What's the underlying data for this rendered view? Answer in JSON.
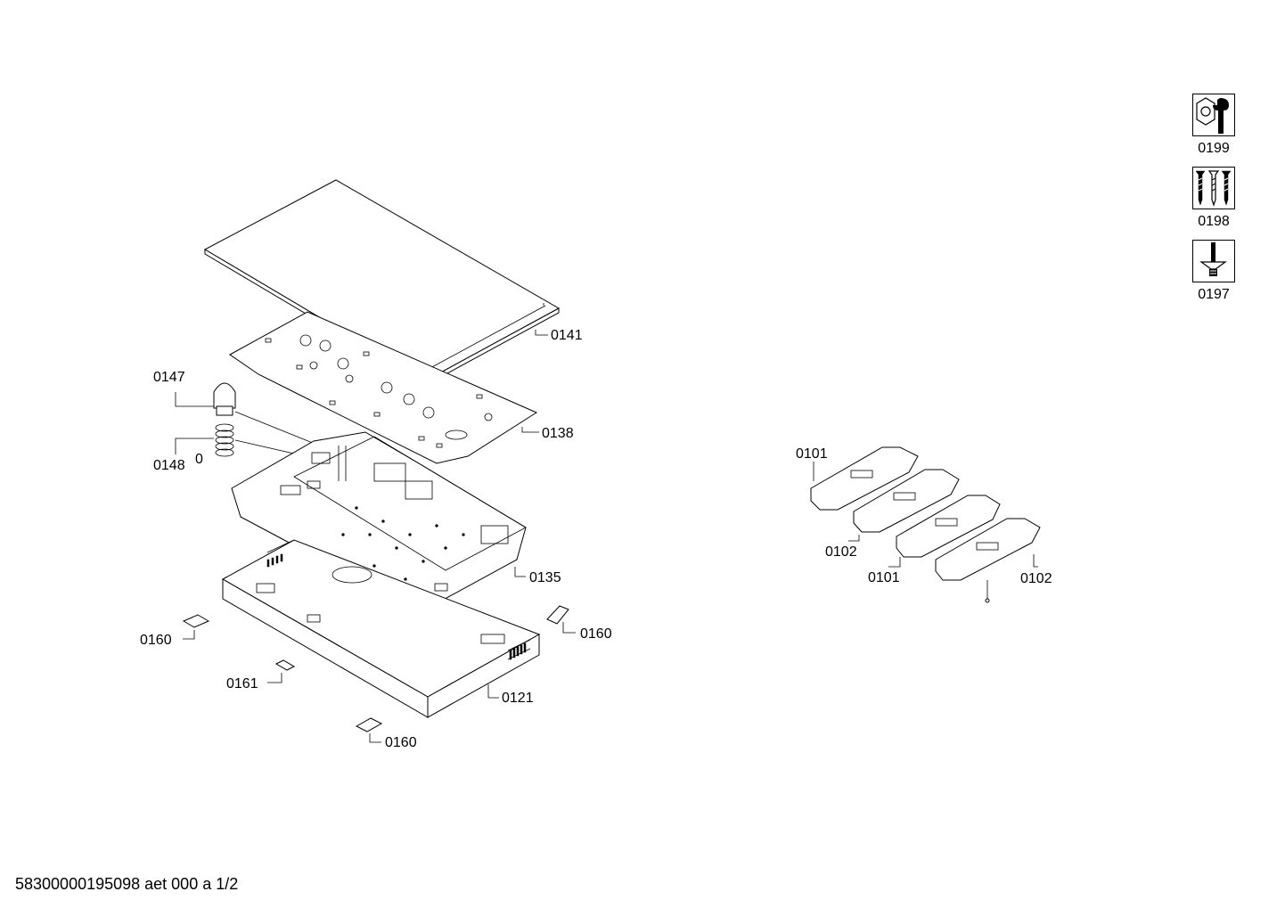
{
  "callouts": {
    "p0141": "0141",
    "p0147": "0147",
    "p0148": "0148",
    "p0148_suffix": "0",
    "p0138": "0138",
    "p0135": "0135",
    "p0160_left": "0160",
    "p0160_right": "0160",
    "p0160_bottom": "0160",
    "p0161": "0161",
    "p0121": "0121",
    "p0101_top": "0101",
    "p0102_left": "0102",
    "p0101_bottom": "0101",
    "p0102_right": "0102"
  },
  "legend": [
    {
      "code": "0199",
      "icon": "wrench-nut-icon"
    },
    {
      "code": "0198",
      "icon": "screws-icon"
    },
    {
      "code": "0197",
      "icon": "screwdriver-icon"
    }
  ],
  "footer": "58300000195098 aet 000 a 1/2"
}
